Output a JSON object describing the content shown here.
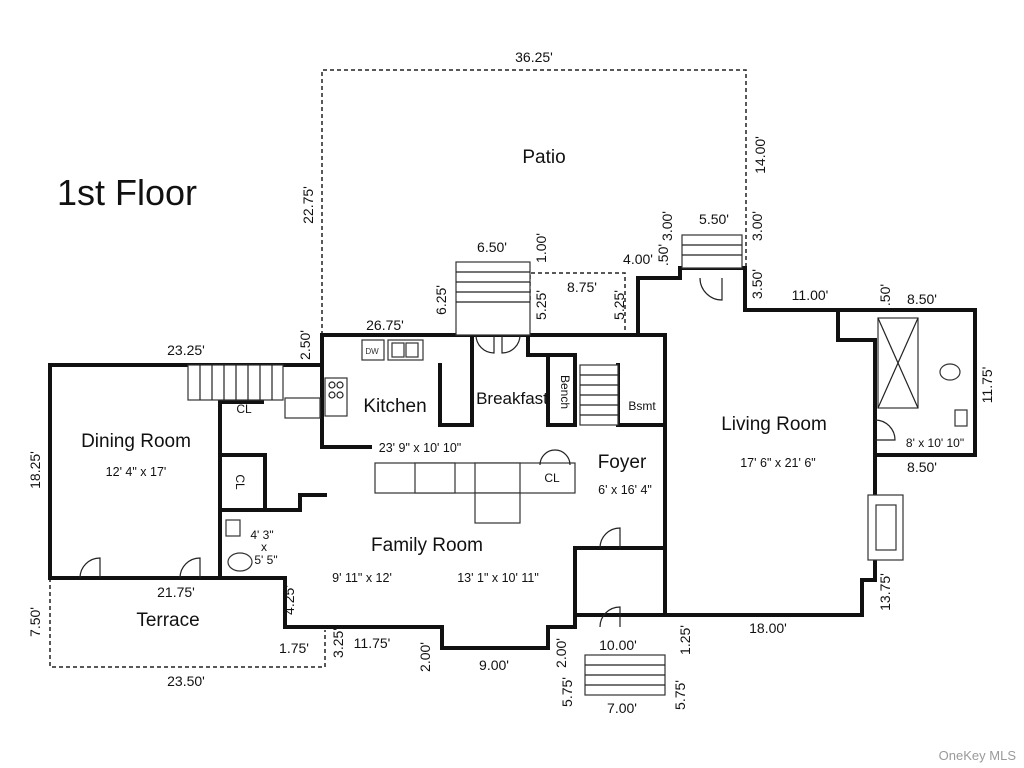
{
  "title": "1st Floor",
  "rooms": {
    "patio": "Patio",
    "dining": "Dining Room",
    "dining_size": "12' 4\" x 17'",
    "kitchen": "Kitchen",
    "kitchen_size": "23' 9\" x 10' 10\"",
    "breakfast": "Breakfast",
    "bench": "Bench",
    "bsmt": "Bsmt",
    "foyer": "Foyer",
    "foyer_size": "6' x 16' 4\"",
    "living": "Living Room",
    "living_size": "17' 6\" x 21' 6\"",
    "family": "Family Room",
    "family_size_a": "9' 11\" x 12'",
    "family_size_b": "13' 1\" x 10' 11\"",
    "terrace": "Terrace",
    "cl_dining": "CL",
    "cl_hall": "CL",
    "cl_foyer": "CL",
    "powder_a": "4' 3\"",
    "powder_x": "x",
    "powder_b": "5' 5\"",
    "bath_size": "8' x 10' 10\"",
    "dw": "DW"
  },
  "dims": {
    "patio_top": "36.25'",
    "patio_right": "14.00'",
    "patio_left": "22.75'",
    "step_top": "6.50'",
    "d_1_00": "1.00'",
    "d_6_25": "6.25'",
    "d_5_25a": "5.25'",
    "d_8_75": "8.75'",
    "d_5_25b": "5.25'",
    "d_4_00": "4.00'",
    "d_50a": ".50'",
    "d_3_00a": "3.00'",
    "d_5_50": "5.50'",
    "d_3_00b": "3.00'",
    "d_3_50": "3.50'",
    "d_11_00": "11.00'",
    "d_50b": ".50'",
    "d_8_50a": "8.50'",
    "d_11_75r": "11.75'",
    "d_8_50b": "8.50'",
    "d_26_75": "26.75'",
    "d_2_50": "2.50'",
    "d_23_25": "23.25'",
    "d_18_25": "18.25'",
    "d_21_75": "21.75'",
    "d_7_50": "7.50'",
    "d_4_25": "4.25'",
    "d_23_50": "23.50'",
    "d_1_75": "1.75'",
    "d_3_25": "3.25'",
    "d_11_75b": "11.75'",
    "d_2_00a": "2.00'",
    "d_9_00": "9.00'",
    "d_2_00b": "2.00'",
    "d_10_00": "10.00'",
    "d_1_25": "1.25'",
    "d_5_75a": "5.75'",
    "d_7_00": "7.00'",
    "d_5_75b": "5.75'",
    "d_18_00": "18.00'",
    "d_13_75": "13.75'"
  },
  "watermark": "OneKey MLS"
}
